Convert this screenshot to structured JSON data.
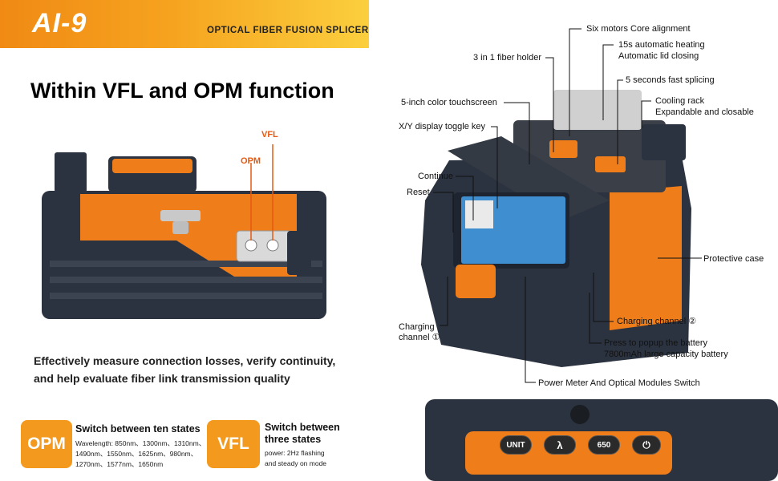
{
  "header": {
    "model": "AI-9",
    "tagline": "OPTICAL FIBER FUSION SPLICER"
  },
  "headline": "Within VFL and OPM function",
  "left_device": {
    "vfl_label": "VFL",
    "opm_label": "OPM"
  },
  "description": {
    "line1": "Effectively measure connection losses, verify continuity,",
    "line2": "and help evaluate fiber link transmission quality"
  },
  "features": {
    "opm": {
      "badge": "OPM",
      "title": "Switch between ten states",
      "lines": [
        "Wavelength: 850nm、1300nm、1310nm、",
        "1490nm、1550nm、1625nm、980nm、",
        "1270nm、1577nm、1650nm"
      ]
    },
    "vfl": {
      "badge": "VFL",
      "title_line1": "Switch between",
      "title_line2": "three states",
      "lines": [
        "power: 2Hz flashing",
        "and steady on mode"
      ]
    }
  },
  "callouts": {
    "six_motors": "Six motors  Core alignment",
    "heating": "15s automatic heating",
    "lid": "Automatic lid closing",
    "holder": "3 in 1 fiber holder",
    "fast_splicing": "5 seconds fast splicing",
    "touchscreen": "5-inch color touchscreen",
    "cooling": "Cooling rack",
    "cooling_sub": "Expandable and closable",
    "xy_toggle": "X/Y display toggle key",
    "continue": "Continue",
    "reset": "Reset",
    "protective_case": "Protective case",
    "charging1_a": "Charging",
    "charging1_b": "channel ①",
    "charging2": "Charging channel ②",
    "battery": "Press to popup the battery",
    "battery_sub": "7800mAh large capacity battery",
    "power_meter": "Power Meter And Optical Modules Switch"
  },
  "panel_buttons": {
    "unit": "UNIT",
    "lambda": "λ",
    "vfl650": "650",
    "power": "⏻"
  },
  "colors": {
    "accent": "#f39a1e",
    "device_orange": "#ef7d1a",
    "device_dark": "#2c3340",
    "callout_red": "#e65a12"
  }
}
